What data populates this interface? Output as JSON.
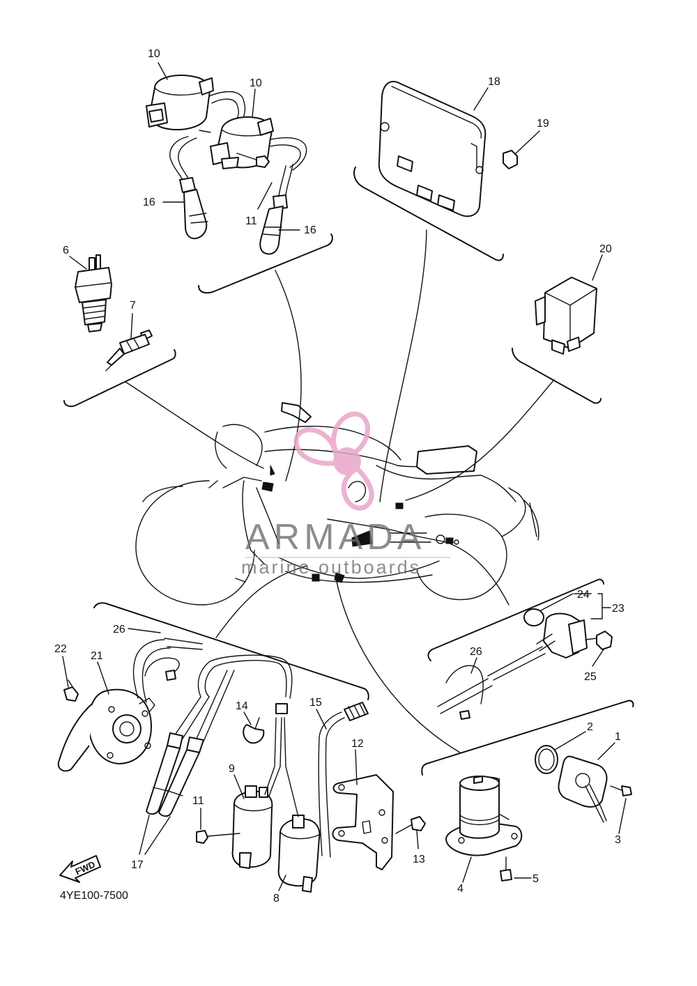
{
  "diagram": {
    "code": "4YE100-7500",
    "fwd_label": "FWD",
    "callouts": {
      "n1": "1",
      "n2": "2",
      "n3": "3",
      "n4": "4",
      "n5": "5",
      "n6": "6",
      "n7": "7",
      "n8": "8",
      "n9": "9",
      "n10a": "10",
      "n10b": "10",
      "n11a": "11",
      "n11b": "11",
      "n12": "12",
      "n13": "13",
      "n14": "14",
      "n15": "15",
      "n16a": "16",
      "n16b": "16",
      "n17": "17",
      "n18": "18",
      "n19": "19",
      "n20": "20",
      "n21": "21",
      "n22": "22",
      "n23": "23",
      "n24": "24",
      "n25": "25",
      "n26a": "26",
      "n26b": "26"
    }
  },
  "watermark": {
    "brand": "ARMADA",
    "tagline": "marine outboards",
    "logo_color": "#e9a6c9"
  }
}
